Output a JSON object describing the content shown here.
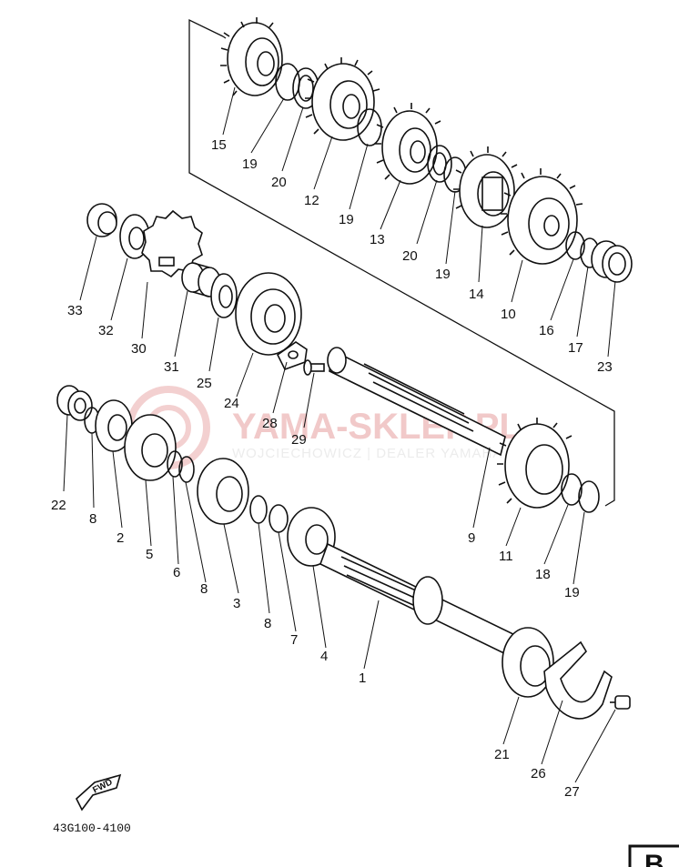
{
  "watermark": {
    "brand": "YAMA-SKLEP.PL",
    "dealer": "WOJCIECHOWICZ | DEALER YAMAHA"
  },
  "part_code": "43G100-4100",
  "fwd_label": "FWD",
  "corner_letter": "B",
  "part_labels": [
    "15",
    "19",
    "20",
    "12",
    "19",
    "13",
    "20",
    "19",
    "14",
    "10",
    "16",
    "17",
    "23",
    "33",
    "32",
    "30",
    "31",
    "25",
    "24",
    "28",
    "29",
    "22",
    "8",
    "2",
    "5",
    "6",
    "8",
    "3",
    "8",
    "7",
    "4",
    "1",
    "9",
    "11",
    "18",
    "19",
    "21",
    "26",
    "27"
  ]
}
